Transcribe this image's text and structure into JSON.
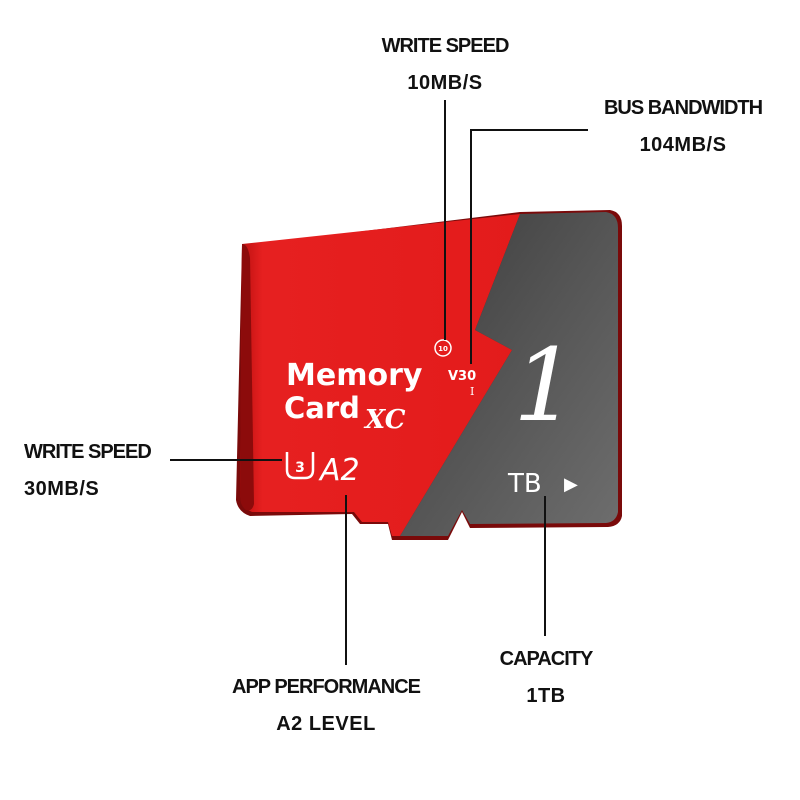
{
  "callouts": {
    "write_speed_top": {
      "title": "WRITE SPEED",
      "value": "10MB/S"
    },
    "bus_bandwidth": {
      "title": "BUS BANDWIDTH",
      "value": "104MB/S"
    },
    "write_speed_left": {
      "title": "WRITE SPEED",
      "value": "30MB/S"
    },
    "app_performance": {
      "title": "APP PERFORMANCE",
      "value": "A2 LEVEL"
    },
    "capacity": {
      "title": "CAPACITY",
      "value": "1TB"
    }
  },
  "card": {
    "brand_line1": "Memory",
    "brand_line2": "Card",
    "type": "XC",
    "speed_class": "10",
    "video_class": "V30",
    "uhs_bus": "I",
    "uhs_speed": "3",
    "app_class": "A2",
    "capacity_number": "1",
    "capacity_unit": "TB",
    "arrow": "▶"
  },
  "colors": {
    "card_red": "#e31b1b",
    "card_red_dark": "#a80e0e",
    "card_gray": "#4a4a4a",
    "card_gray_light": "#6b6b6b",
    "text_white": "#ffffff",
    "label_text": "#111111"
  }
}
